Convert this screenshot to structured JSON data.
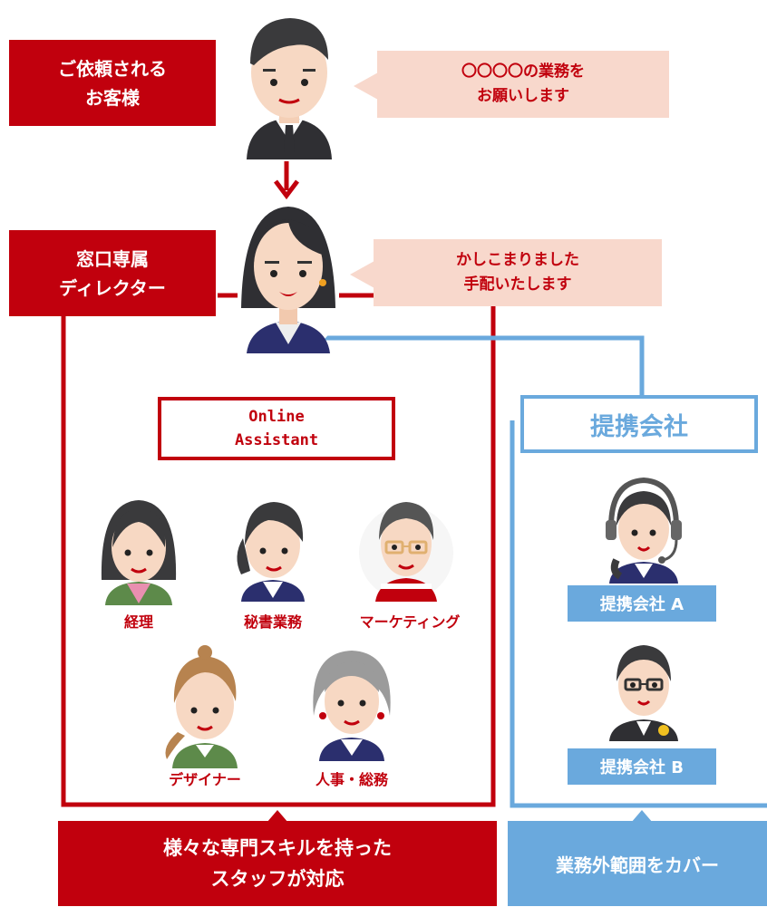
{
  "client": {
    "label": "ご依頼される\nお客様",
    "speech": "〇〇〇〇の業務を\nお願いします"
  },
  "director": {
    "label": "窓口専属\nディレクター",
    "speech": "かしこまりました\n手配いたします"
  },
  "online_assistant": {
    "title": "Online\nAssistant",
    "staff": [
      "経理",
      "秘書業務",
      "マーケティング",
      "デザイナー",
      "人事・総務"
    ],
    "footer": "様々な専門スキルを持った\nスタッフが対応"
  },
  "partners": {
    "title": "提携会社",
    "items": [
      "提携会社 A",
      "提携会社 B"
    ],
    "footer": "業務外範囲をカバー"
  },
  "colors": {
    "red": "#c1000d",
    "blue": "#6aa9dd",
    "bubble": "#f8d8cc"
  }
}
